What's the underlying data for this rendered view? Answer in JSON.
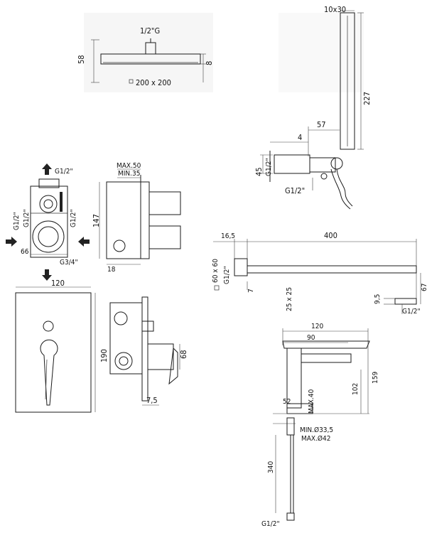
{
  "shower_head": {
    "thread": "1/2\"G",
    "height": "58",
    "thickness": "8",
    "size": "200 x 200"
  },
  "hand_shower": {
    "head_size": "10x30",
    "height": "227",
    "offset": "57",
    "depth": "4",
    "holder": "45",
    "inlet_label": "G1/2\"",
    "side_label": "G1/2\""
  },
  "diverter_body": {
    "top_label": "G1/2\"",
    "left_label": "G1/2\"",
    "right_label": "G1/2\"",
    "side_label": "G1/2\"",
    "bottom_label": "G3/4\"",
    "width": "66",
    "max_depth": "MAX.50",
    "min_depth": "MIN.35",
    "height": "147",
    "bottom_depth": "18"
  },
  "wall_plate": {
    "width": "120",
    "height": "190",
    "projection": "68",
    "lever_depth": "7,5"
  },
  "shower_arm": {
    "offset": "16,5",
    "length": "400",
    "profile": "60 x 60",
    "thread_label": "G1/2\"",
    "tube": "25 x 25",
    "thickness": "7",
    "drop": "67",
    "end_depth": "9,5",
    "end_label": "G1/2\""
  },
  "basin_mixer": {
    "width": "120",
    "spout": "90",
    "total_height": "159",
    "spout_height": "102",
    "base_diameter": "52",
    "max_thickness": "MAX.40",
    "hole_min": "MIN.Ø33,5",
    "hole_max": "MAX.Ø42",
    "hose_length": "340",
    "hose_thread": "G1/2\""
  }
}
